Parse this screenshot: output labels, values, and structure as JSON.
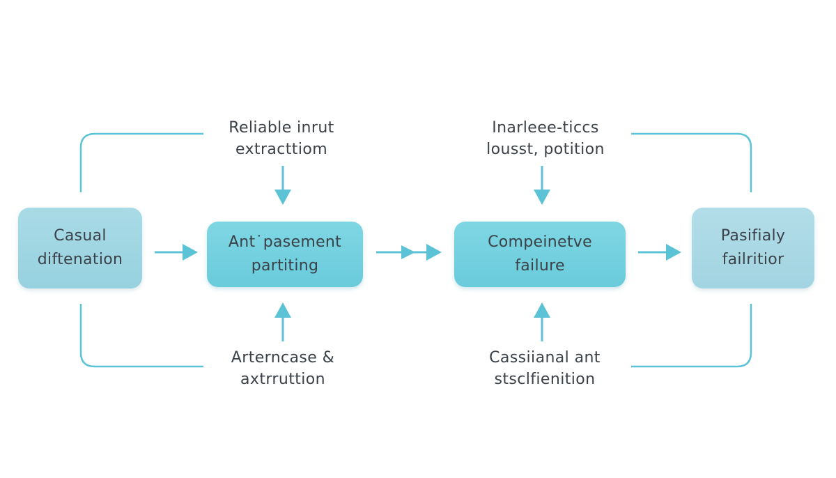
{
  "diagram": {
    "nodes": {
      "left": [
        "Casual",
        "diftenation"
      ],
      "center_left": [
        "Ant˙pasement",
        "partiting"
      ],
      "center_right": [
        "Compeinetve",
        "failure"
      ],
      "right": [
        "Pasifialy",
        "failritior"
      ]
    },
    "labels": {
      "top_left": [
        "Reliable inrut",
        "extracttiom"
      ],
      "top_right": [
        "Inarleee-ticcs",
        "lousst, potition"
      ],
      "bottom_left": [
        "Arterncase &",
        "axtrruttion"
      ],
      "bottom_right": [
        "Cassiianal ant",
        "stsclfienition"
      ]
    },
    "colors": {
      "accent": "#5cc3d6",
      "outer_node": "#a2d6e2",
      "inner_node": "#74d0df",
      "text": "#3b4148"
    }
  }
}
